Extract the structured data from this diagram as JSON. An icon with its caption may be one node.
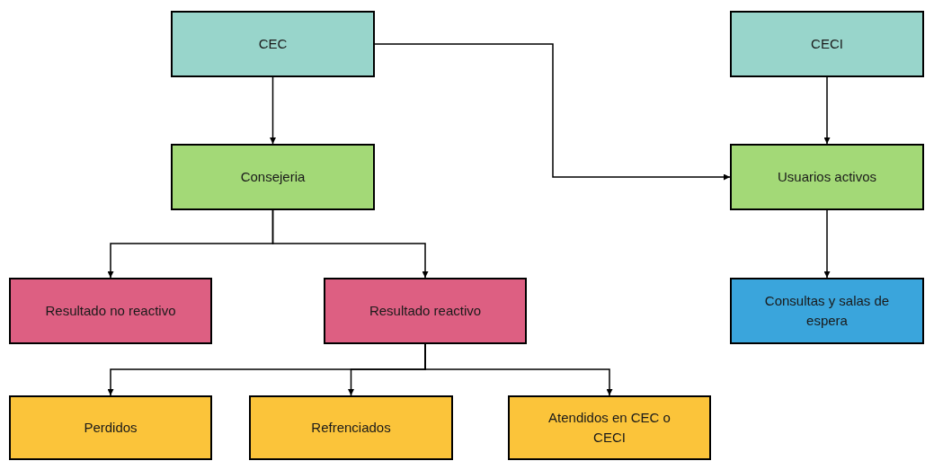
{
  "diagram": {
    "nodes": [
      {
        "text": [
          "CEC"
        ]
      },
      {
        "text": [
          "CECI"
        ]
      },
      {
        "text": [
          "Consejeria"
        ]
      },
      {
        "text": [
          "Usuarios activos"
        ]
      },
      {
        "text": [
          "Resultado no reactivo"
        ]
      },
      {
        "text": [
          "Resultado reactivo"
        ]
      },
      {
        "text": [
          "Consultas y salas de espera"
        ]
      },
      {
        "text": [
          "Perdidos"
        ]
      },
      {
        "text": [
          "Refrenciados"
        ]
      },
      {
        "text": [
          "Atendidos en CEC o CECI"
        ]
      }
    ],
    "edges": [
      {
        "from": 0,
        "to": 2,
        "arrow": "to"
      },
      {
        "from": 0,
        "to": 3,
        "arrow": "to"
      },
      {
        "from": 1,
        "to": 3,
        "arrow": "to"
      },
      {
        "from": 3,
        "to": 6,
        "arrow": "to"
      },
      {
        "from": 2,
        "to": 4,
        "arrow": "to"
      },
      {
        "from": 2,
        "to": 5,
        "arrow": "to"
      },
      {
        "from": 5,
        "to": 7,
        "arrow": "to"
      },
      {
        "from": 5,
        "to": 8,
        "arrow": "to"
      },
      {
        "from": 5,
        "to": 9,
        "arrow": "to"
      }
    ]
  }
}
